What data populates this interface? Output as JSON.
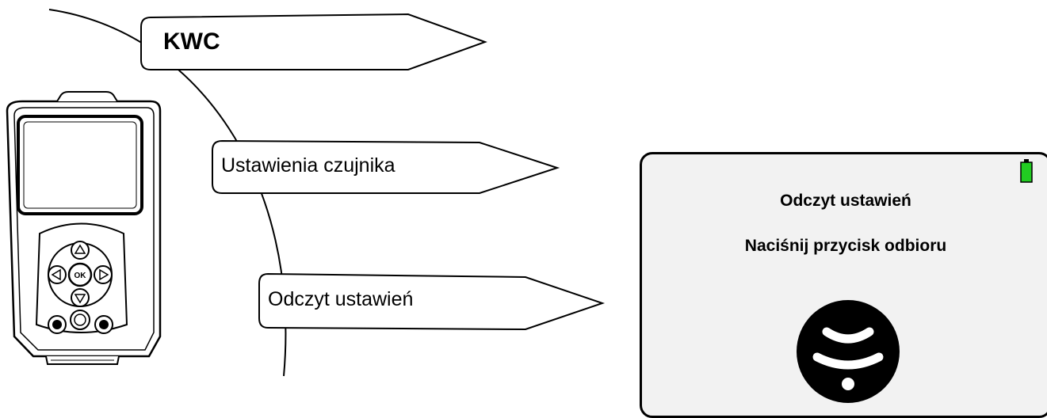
{
  "menu_path": {
    "level1": "KWC",
    "level2": "Ustawienia czujnika",
    "level3": "Odczyt ustawień"
  },
  "device_screen": {
    "title": "Odczyt ustawień",
    "message": "Naciśnij przycisk odbioru",
    "battery_color": "#22cc22",
    "receive_icon": "receive-signal-icon"
  },
  "remote": {
    "center_button_label": "OK",
    "icons": [
      "arrow-up-icon",
      "arrow-down-icon",
      "arrow-left-icon",
      "arrow-right-icon",
      "power-icon",
      "send-icon",
      "receive-icon"
    ]
  }
}
